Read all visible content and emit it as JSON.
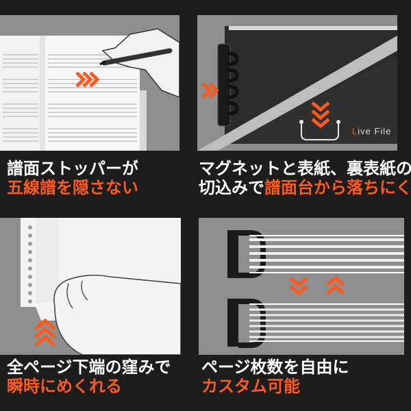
{
  "panels": [
    {
      "id": "music-stopper",
      "caption": {
        "line1": "譜面ストッパーが",
        "line2": "五線譜を隠さない"
      }
    },
    {
      "id": "magnet-cover",
      "brand": {
        "prefix": "L",
        "rest": "ive File"
      },
      "caption": {
        "line1": "マグネットと表紙、裏表紙の",
        "line2_plain": "切込みで",
        "line2_accent": "譜面台から落ちにくい"
      }
    },
    {
      "id": "page-notch",
      "caption": {
        "line1": "全ページ下端の窪みで",
        "line2": "瞬時にめくれる"
      }
    },
    {
      "id": "custom-pages",
      "caption": {
        "line1": "ページ枚数を自由に",
        "line2": "カスタム可能"
      }
    }
  ],
  "colors": {
    "accent": "#ff5a1f",
    "panel_bg": "#8e8e8e",
    "page_bg": "#1d1d1d",
    "text": "#ffffff"
  },
  "icons": [
    "chevron-right-icon",
    "chevron-down-icon",
    "chevron-up-icon",
    "hand-writing-icon",
    "ring-binder-icon"
  ]
}
